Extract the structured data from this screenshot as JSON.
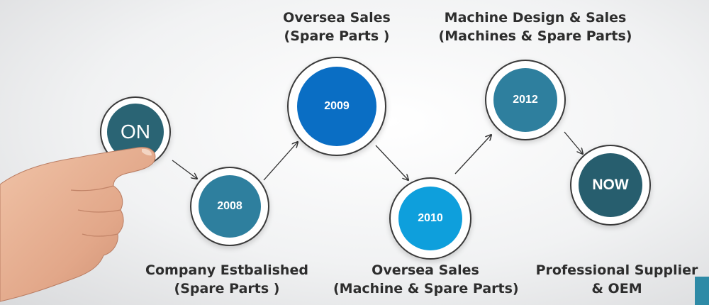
{
  "nodes": [
    {
      "id": "on",
      "label": "ON",
      "color": "#2a6474"
    },
    {
      "id": "2008",
      "label": "2008",
      "color": "#2e7f9e"
    },
    {
      "id": "2009",
      "label": "2009",
      "color": "#0a6ec4"
    },
    {
      "id": "2010",
      "label": "2010",
      "color": "#0e9fdc"
    },
    {
      "id": "2012",
      "label": "2012",
      "color": "#2e7f9e"
    },
    {
      "id": "now",
      "label": "NOW",
      "color": "#275e6e"
    }
  ],
  "captions": {
    "c2008": {
      "line1": "Company Estbalished",
      "line2": "(Spare Parts )"
    },
    "c2009": {
      "line1": "Oversea Sales",
      "line2": "(Spare Parts )"
    },
    "c2010": {
      "line1": "Oversea Sales",
      "line2": "(Machine & Spare Parts)"
    },
    "c2012": {
      "line1": "Machine Design & Sales",
      "line2": "(Machines & Spare Parts)"
    },
    "cnow": {
      "line1": "Professional Supplier",
      "line2": "& OEM"
    }
  },
  "colors": {
    "accent": "#2e8aa6",
    "arrow": "#333333",
    "skin": "#e8b396"
  }
}
